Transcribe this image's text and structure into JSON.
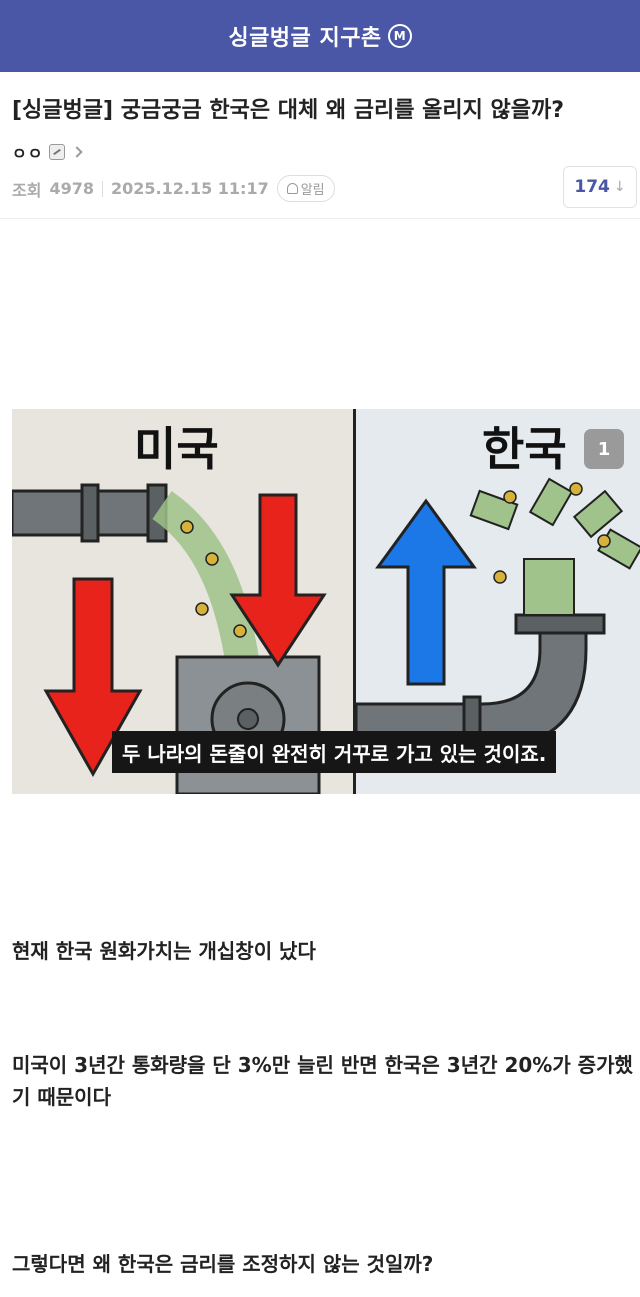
{
  "header": {
    "site_title": "싱글벙글 지구촌",
    "badge": "M"
  },
  "post": {
    "title": "[싱글벙글] 궁금궁금 한국은 대체 왜 금리를 올리지 않을까?",
    "author": "ㅇㅇ",
    "views_label": "조회",
    "views": "4978",
    "datetime": "2025.12.15 11:17",
    "alarm_label": "알림",
    "vote_count": "174"
  },
  "figure": {
    "left_label": "미국",
    "right_label": "한국",
    "page_number": "1",
    "caption": "두 나라의 돈줄이 완전히 거꾸로 가고 있는 것이죠."
  },
  "body": {
    "paragraphs": [
      "현재 한국 원화가치는 개십창이 났다",
      "미국이 3년간 통화량을 단 3%만 늘린 반면 한국은 3년간 20%가 증가했기 때문이다",
      "그렇다면 왜 한국은 금리를 조정하지 않는 것일까?"
    ]
  },
  "colors": {
    "header_bg": "#4a56a6",
    "arrow_down": "#e8231c",
    "arrow_up": "#1b78e6"
  }
}
